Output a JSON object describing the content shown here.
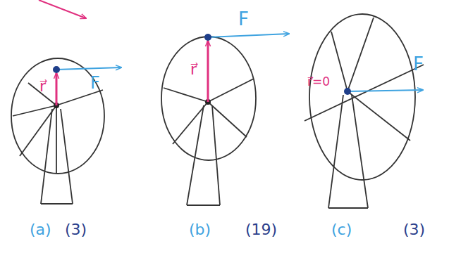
{
  "diagram": {
    "labels": [
      "F",
      "r⃗",
      "F",
      "r⃗",
      "F",
      "r⃗=0",
      "(a)",
      "(3)",
      "(b)",
      "(19)",
      "(c)",
      "(3)"
    ]
  }
}
